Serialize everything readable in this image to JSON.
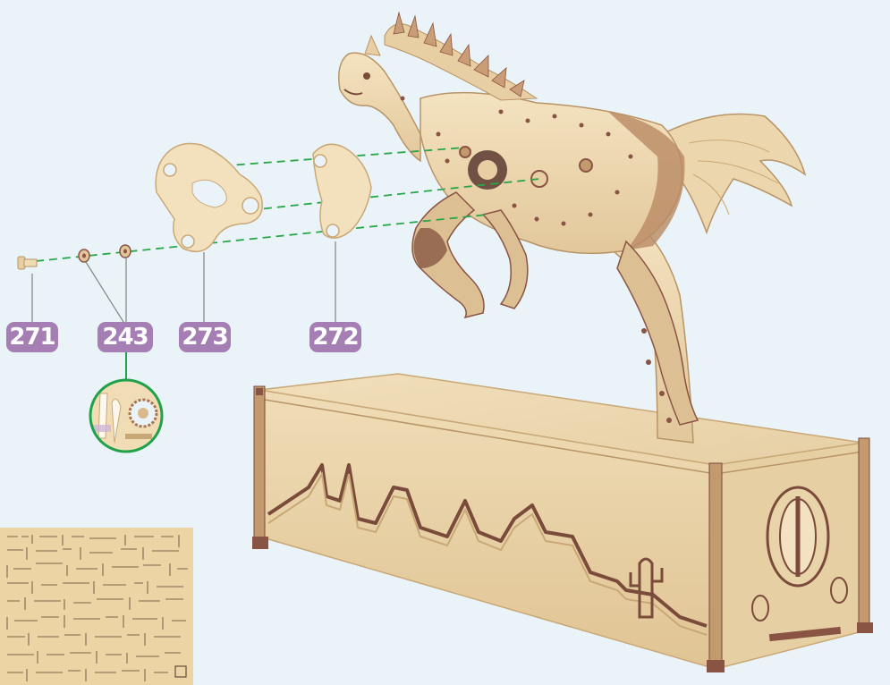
{
  "parts": {
    "p271": {
      "number": "271"
    },
    "p243": {
      "number": "243"
    },
    "p273": {
      "number": "273"
    },
    "p272": {
      "number": "272"
    }
  },
  "colors": {
    "background": "#eaf3f7",
    "label_fill": "#a57fb3",
    "label_text": "#ffffff",
    "guide_line": "#2aa64a",
    "wood_light": "#f0dcb4",
    "wood_mid": "#d9b98a",
    "wood_dark": "#7a4a3a",
    "highlight_ring": "#1fa24a"
  },
  "icons": {
    "main_illustration": "wooden-horse-model",
    "detail_callout": "part-sheet-zoom-circle",
    "sheet_thumbnail": "plywood-sheet-thumbnail"
  }
}
